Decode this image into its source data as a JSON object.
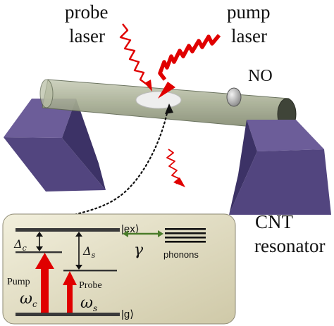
{
  "labels": {
    "probe_line1": "probe",
    "probe_line2": "laser",
    "pump_line1": "pump",
    "pump_line2": "laser",
    "no": "NO",
    "cnt_line1": "CNT",
    "cnt_line2": "resonator"
  },
  "inset": {
    "ket_ex": "|ex⟩",
    "ket_g": "|g⟩",
    "delta": "Δ",
    "delta_c_sub": "c",
    "delta_s_sub": "s",
    "gamma": "γ",
    "phonons": "phonons",
    "pump_label": "Pump",
    "probe_label": "Probe",
    "omega": "ω",
    "omega_c_sub": "c",
    "omega_s_sub": "s"
  },
  "colors": {
    "laser_red": "#e00000",
    "tube_fill": "#a6ad92",
    "support_front": "#52457f",
    "support_side": "#3c3266",
    "inset_bg": "#e0dcc4",
    "coupling_green": "#4a7c2a"
  }
}
